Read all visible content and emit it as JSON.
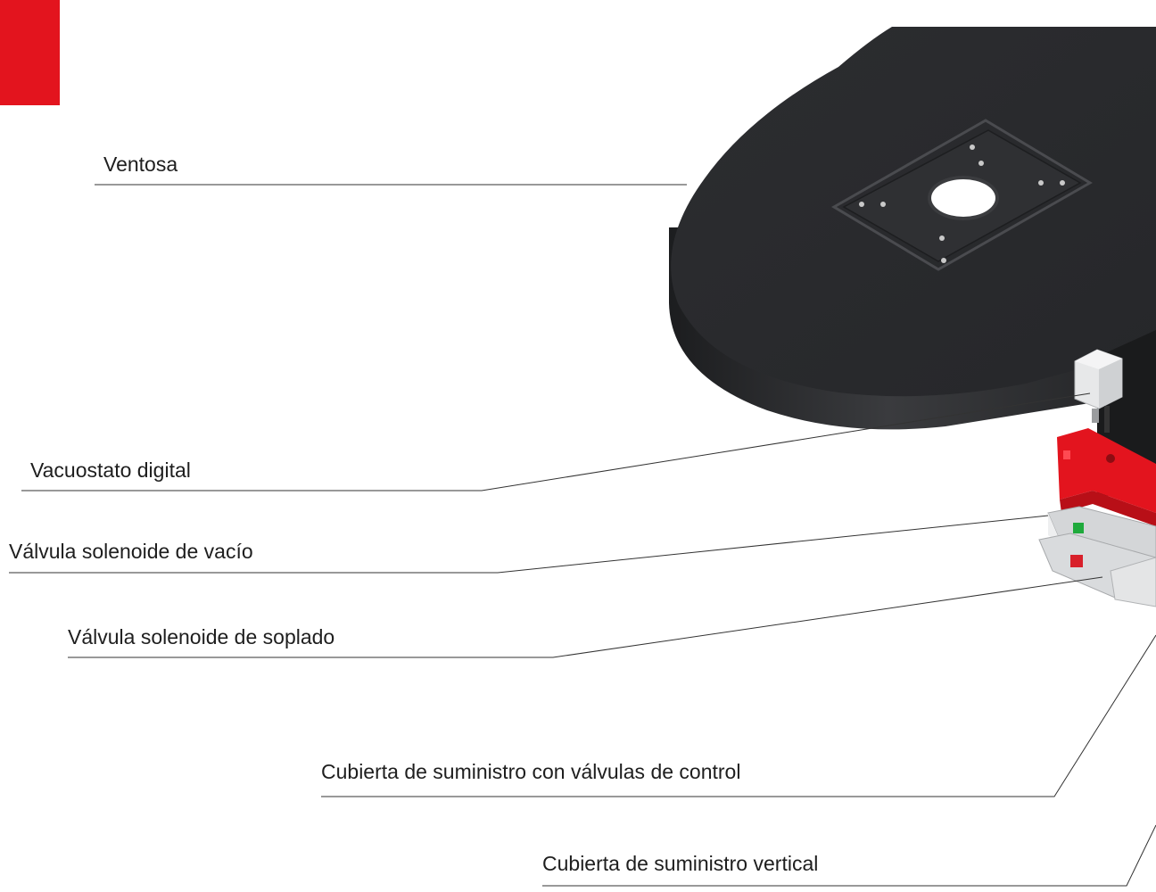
{
  "colors": {
    "accent": "#e3141e",
    "suction_cup": "#2a2b2d",
    "label_text": "#1e1e1e",
    "leader_line": "#333333",
    "valve_grey": "#d4d6d8",
    "led_green": "#1faa3c",
    "led_red": "#d8202a"
  },
  "labels": {
    "suction_cup": "Ventosa",
    "vacuum_switch": "Vacuostato digital",
    "vacuum_valve": "Válvula solenoide de vacío",
    "blow_valve": "Válvula solenoide de soplado",
    "supply_cover_control": "Cubierta de suministro con válvulas de control",
    "supply_cover_vertical": "Cubierta de suministro vertical"
  }
}
